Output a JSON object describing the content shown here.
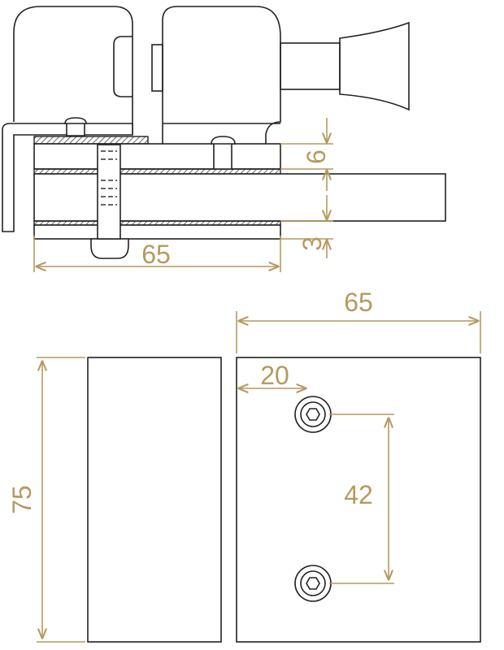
{
  "title": "Glass door lock dimension drawing",
  "colors": {
    "dimension": "#b59a5f",
    "outline": "#222222"
  },
  "side_view": {
    "plate_thickness": "6",
    "glass_gap": "3",
    "width": "65"
  },
  "front_view": {
    "width": "65",
    "height": "75",
    "hole_offset": "20",
    "hole_spacing": "42"
  }
}
